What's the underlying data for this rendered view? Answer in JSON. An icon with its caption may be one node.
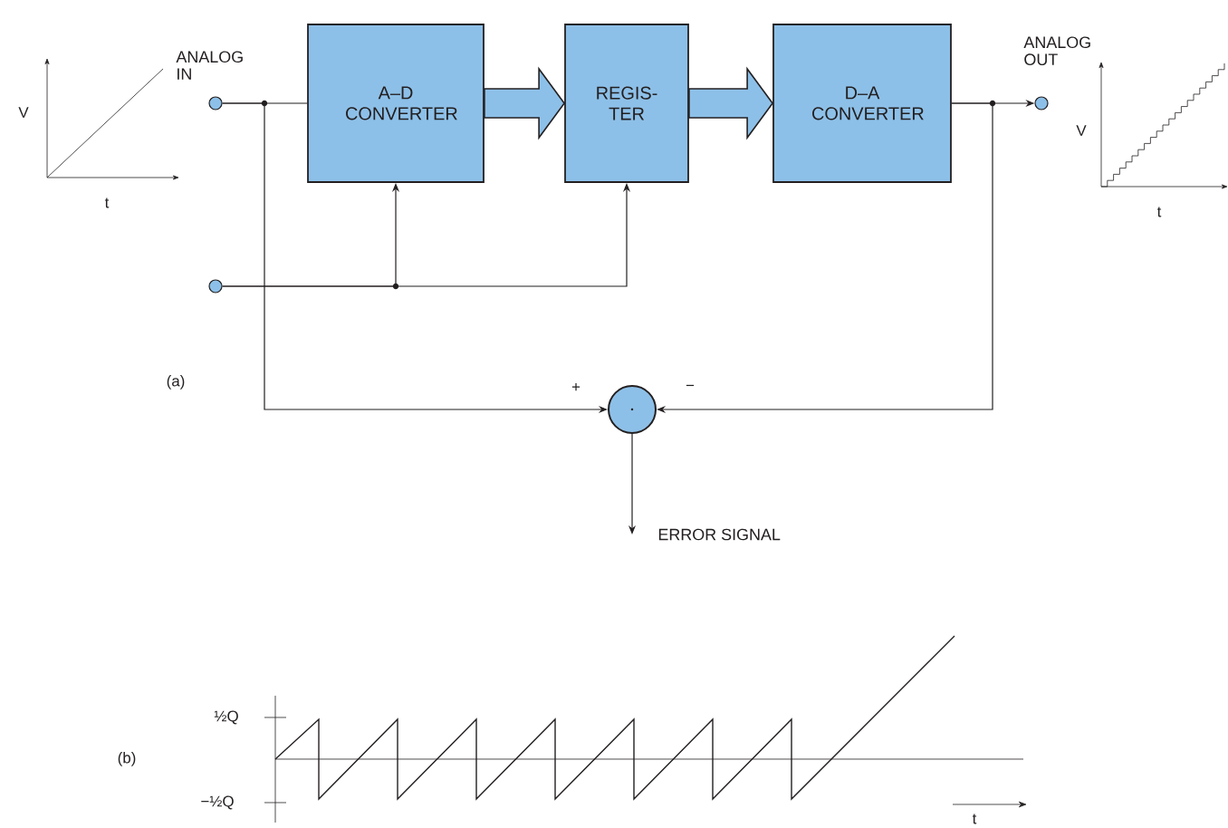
{
  "diagram": {
    "nodes": [
      {
        "text": [
          "A–D CONVERTER"
        ]
      },
      {
        "text": [
          "REGIS- TER"
        ]
      },
      {
        "text": [
          "D–A CONVERTER"
        ]
      },
      {
        "text": [],
        "shape": "circle",
        "beside": [
          "ANALOG IN"
        ]
      },
      {
        "text": [],
        "shape": "circle"
      },
      {
        "text": [],
        "shape": "circle",
        "beside": [
          "ANALOG OUT"
        ]
      },
      {
        "text": [],
        "shape": "circle"
      },
      {
        "text": [
          "ERROR SIGNAL"
        ]
      }
    ],
    "edges": [
      {
        "from": 3,
        "to": 0,
        "arrow": "none"
      },
      {
        "from": 3,
        "to": 6,
        "arrow": "to"
      },
      {
        "from": 0,
        "to": 1,
        "arrow": "to",
        "style": "thick"
      },
      {
        "from": 1,
        "to": 2,
        "arrow": "to",
        "style": "thick"
      },
      {
        "from": 4,
        "to": 0,
        "arrow": "to"
      },
      {
        "from": 4,
        "to": 1,
        "arrow": "to"
      },
      {
        "from": 2,
        "to": 5,
        "arrow": "to"
      },
      {
        "from": 2,
        "to": 6,
        "arrow": "to"
      },
      {
        "from": 6,
        "to": 7,
        "arrow": "to"
      }
    ],
    "labels": [
      "V",
      "t",
      "V",
      "t",
      "(a)",
      "+",
      "−",
      "½Q",
      "(b)",
      "−½Q",
      "t"
    ]
  }
}
